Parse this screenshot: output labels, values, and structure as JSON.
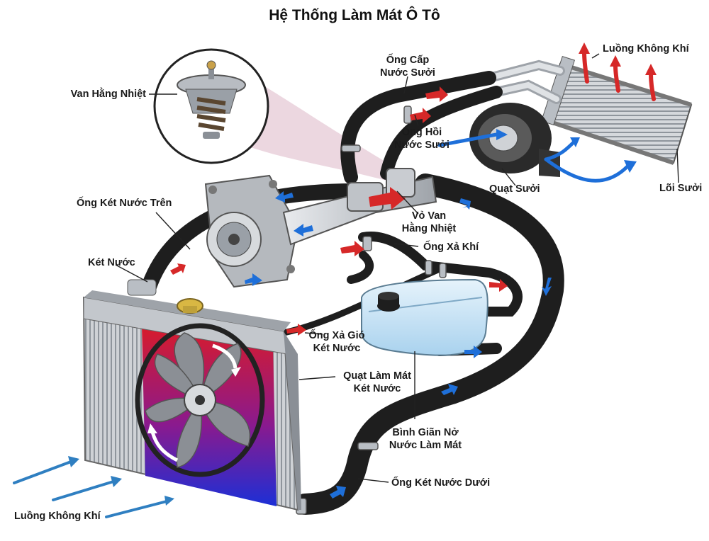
{
  "title": "Hệ Thống Làm Mát Ô Tô",
  "labels": {
    "thermostat": "Van Hằng Nhiệt",
    "heater_supply": [
      "Ống Cấp",
      "Nước Sưởi"
    ],
    "heater_return": [
      "Ống Hồi",
      "Nước Sưởi"
    ],
    "airflow_top": "Luồng Không Khí",
    "heater_fan": "Quạt Sưởi",
    "heater_core": "Lõi Sưởi",
    "upper_hose": "Ống Két Nước Trên",
    "thermostat_housing": [
      "Vỏ Van",
      "Hằng Nhiệt"
    ],
    "bleed_hose": "Ống Xả Khí",
    "radiator": "Két Nước",
    "radiator_vent_hose": [
      "Ống Xả Gió",
      "Két Nước"
    ],
    "radiator_fan": [
      "Quạt Làm Mát",
      "Két Nước"
    ],
    "expansion_tank": [
      "Bình Giãn Nở",
      "Nước Làm Mát"
    ],
    "lower_hose": "Ống Két Nước Dưới",
    "airflow_bottom": "Luồng Không Khí"
  },
  "colors": {
    "hot": "#d62828",
    "cold": "#1e6fd9",
    "hose": "#1e1e1e",
    "metal": "#c9ccd1",
    "coolant": "#bfe0f5",
    "zoom": "#e6c9d6"
  }
}
